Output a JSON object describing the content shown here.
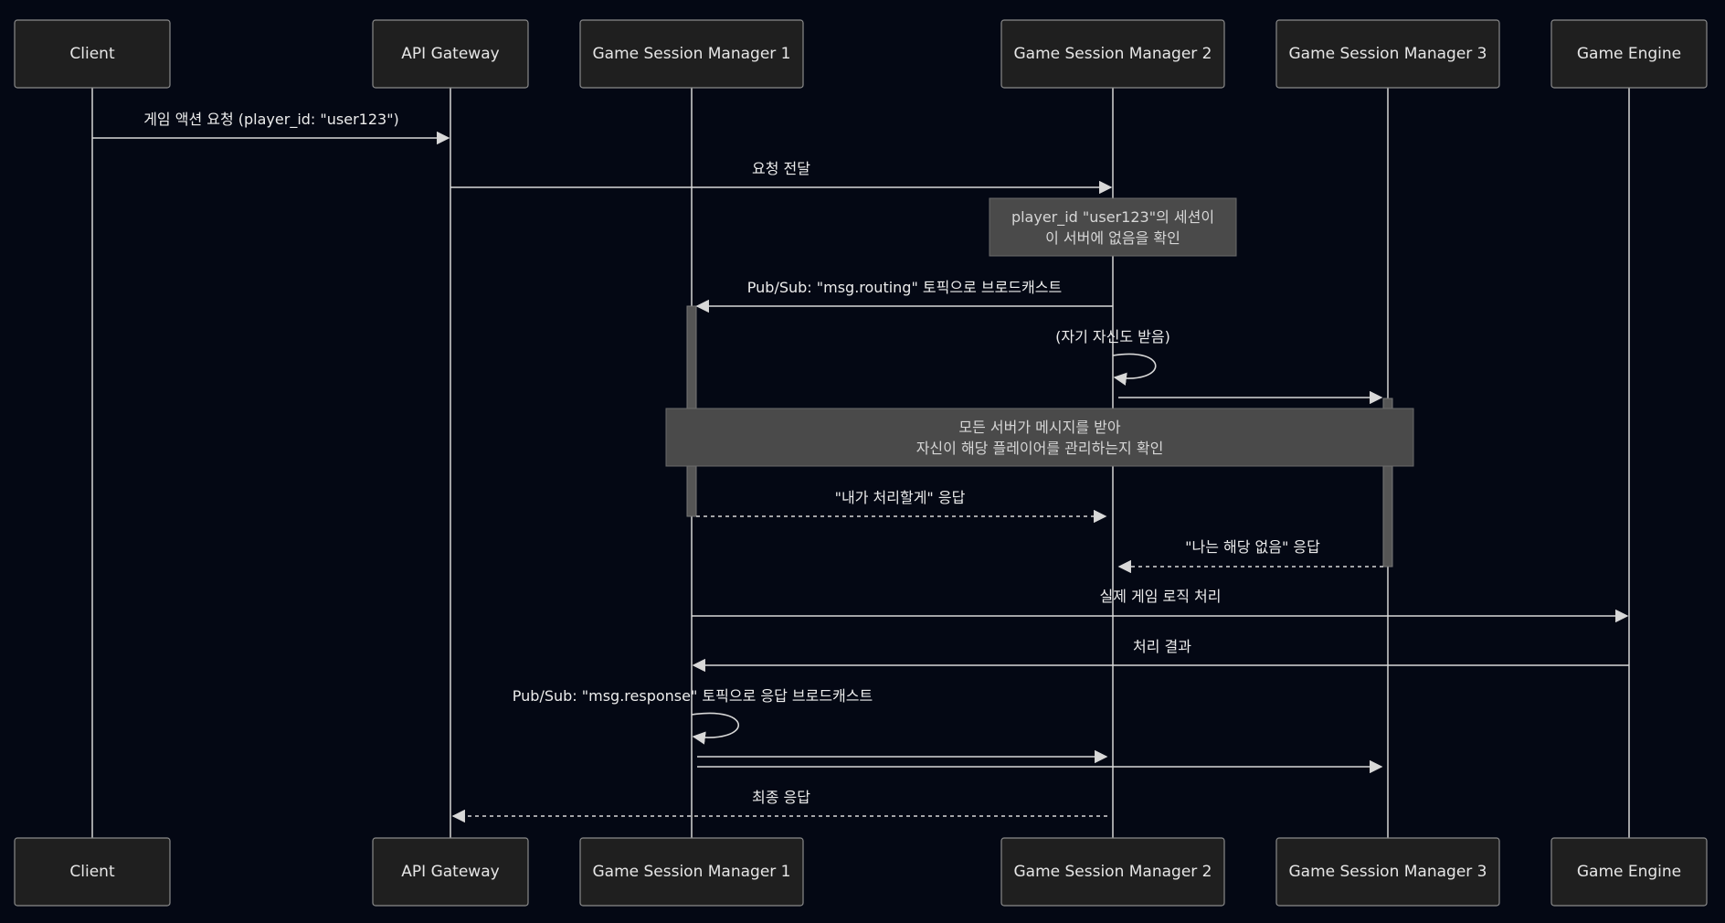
{
  "participants": [
    {
      "id": "client",
      "label": "Client"
    },
    {
      "id": "gateway",
      "label": "API Gateway"
    },
    {
      "id": "gsm1",
      "label": "Game Session Manager 1"
    },
    {
      "id": "gsm2",
      "label": "Game Session Manager 2"
    },
    {
      "id": "gsm3",
      "label": "Game Session Manager 3"
    },
    {
      "id": "engine",
      "label": "Game Engine"
    }
  ],
  "messages": [
    {
      "from": "client",
      "to": "gateway",
      "label": "게임 액션 요청 (player_id: \"user123\")",
      "style": "solid"
    },
    {
      "from": "gateway",
      "to": "gsm2",
      "label": "요청 전달",
      "style": "solid"
    },
    {
      "from": "gsm2",
      "to": "gsm1",
      "label": "Pub/Sub: \"msg.routing\" 토픽으로 브로드캐스트",
      "style": "solid"
    },
    {
      "from": "gsm2",
      "to": "gsm2",
      "label": "(자기 자신도 받음)",
      "style": "solid"
    },
    {
      "from": "gsm2",
      "to": "gsm3",
      "label": "",
      "style": "solid"
    },
    {
      "from": "gsm1",
      "to": "gsm2",
      "label": "\"내가 처리할게\" 응답",
      "style": "dashed"
    },
    {
      "from": "gsm3",
      "to": "gsm2",
      "label": "\"나는 해당 없음\" 응답",
      "style": "dashed"
    },
    {
      "from": "gsm1",
      "to": "engine",
      "label": "실제 게임 로직 처리",
      "style": "solid"
    },
    {
      "from": "engine",
      "to": "gsm1",
      "label": "처리 결과",
      "style": "solid"
    },
    {
      "from": "gsm1",
      "to": "gsm1",
      "label": "Pub/Sub: \"msg.response\" 토픽으로 응답 브로드캐스트",
      "style": "solid"
    },
    {
      "from": "gsm1",
      "to": "gsm2",
      "label": "",
      "style": "solid"
    },
    {
      "from": "gsm1",
      "to": "gsm3",
      "label": "",
      "style": "solid"
    },
    {
      "from": "gsm2",
      "to": "gateway",
      "label": "최종 응답",
      "style": "dashed"
    }
  ],
  "notes": [
    {
      "over": "gsm2",
      "lines": [
        "player_id \"user123\"의 세션이",
        "이 서버에 없음을 확인"
      ]
    },
    {
      "over": "gsm1-gsm3",
      "lines": [
        "모든 서버가 메시지를 받아",
        "자신이 해당 플레이어를 관리하는지 확인"
      ]
    }
  ],
  "colors": {
    "background": "#040814",
    "actor_fill": "#1f1f1f",
    "actor_border": "#8a8a8a",
    "line": "#d8d8d8",
    "note_fill": "#4a4a4a",
    "text": "#ececec"
  }
}
